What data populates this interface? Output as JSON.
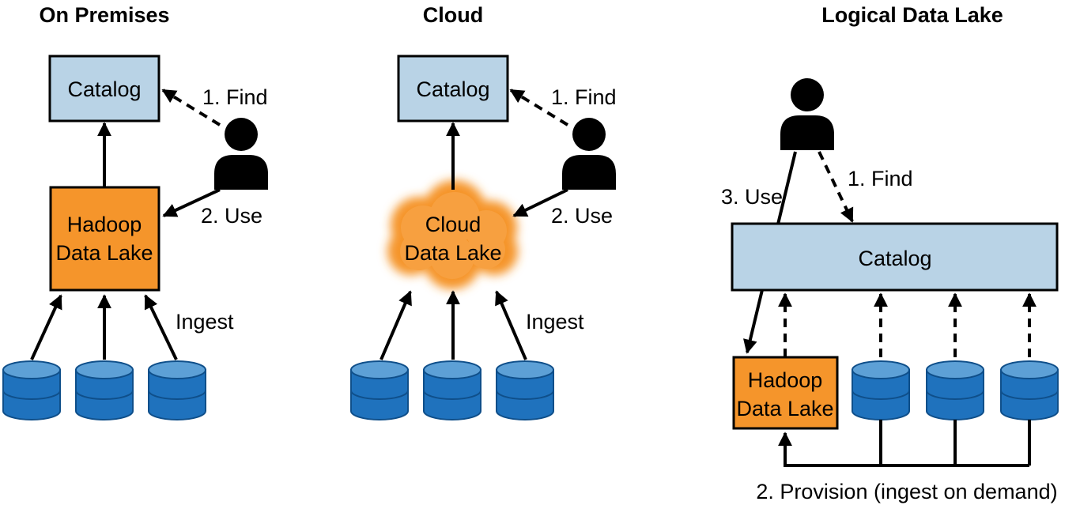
{
  "panels": {
    "on_premises": {
      "title": "On Premises",
      "catalog": "Catalog",
      "lake_line1": "Hadoop",
      "lake_line2": "Data Lake",
      "find": "1. Find",
      "use": "2. Use",
      "ingest": "Ingest"
    },
    "cloud": {
      "title": "Cloud",
      "catalog": "Catalog",
      "lake_line1": "Cloud",
      "lake_line2": "Data Lake",
      "find": "1. Find",
      "use": "2. Use",
      "ingest": "Ingest"
    },
    "logical": {
      "title": "Logical Data Lake",
      "catalog": "Catalog",
      "lake_line1": "Hadoop",
      "lake_line2": "Data Lake",
      "find": "1. Find",
      "use": "3. Use",
      "provision": "2. Provision (ingest on demand)"
    }
  },
  "colors": {
    "catalog_fill": "#b9d3e6",
    "lake_fill": "#f5952b",
    "database_fill": "#1f72bd",
    "database_top": "#5da0d6"
  },
  "icons": [
    "person-icon",
    "database-icon",
    "cloud-icon"
  ]
}
